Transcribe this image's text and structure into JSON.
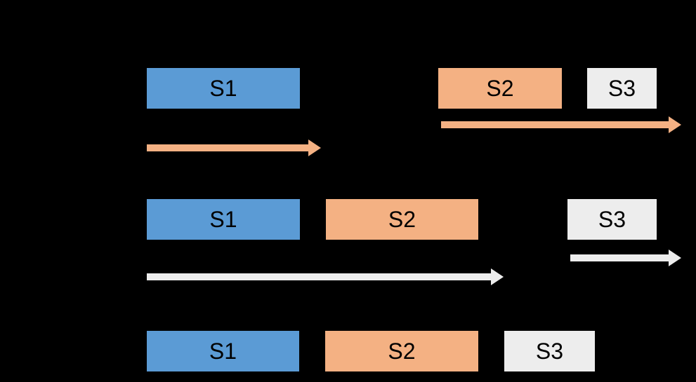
{
  "colors": {
    "background": "#000000",
    "s1": "#5b9bd5",
    "s2": "#f4b183",
    "s3": "#ededed",
    "arrow_orange": "#f4b183",
    "arrow_light": "#ededed"
  },
  "rows": [
    {
      "segments": [
        {
          "label": "S1",
          "color": "#5b9bd5"
        },
        {
          "label": "S2",
          "color": "#f4b183"
        },
        {
          "label": "S3",
          "color": "#ededed"
        }
      ],
      "arrows": [
        {
          "icon": "arrow-right-icon",
          "color": "#f4b183"
        },
        {
          "icon": "arrow-right-icon",
          "color": "#f4b183"
        }
      ]
    },
    {
      "segments": [
        {
          "label": "S1",
          "color": "#5b9bd5"
        },
        {
          "label": "S2",
          "color": "#f4b183"
        },
        {
          "label": "S3",
          "color": "#ededed"
        }
      ],
      "arrows": [
        {
          "icon": "arrow-right-icon",
          "color": "#ededed"
        },
        {
          "icon": "arrow-right-icon",
          "color": "#ededed"
        }
      ]
    },
    {
      "segments": [
        {
          "label": "S1",
          "color": "#5b9bd5"
        },
        {
          "label": "S2",
          "color": "#f4b183"
        },
        {
          "label": "S3",
          "color": "#ededed"
        }
      ],
      "arrows": []
    }
  ]
}
